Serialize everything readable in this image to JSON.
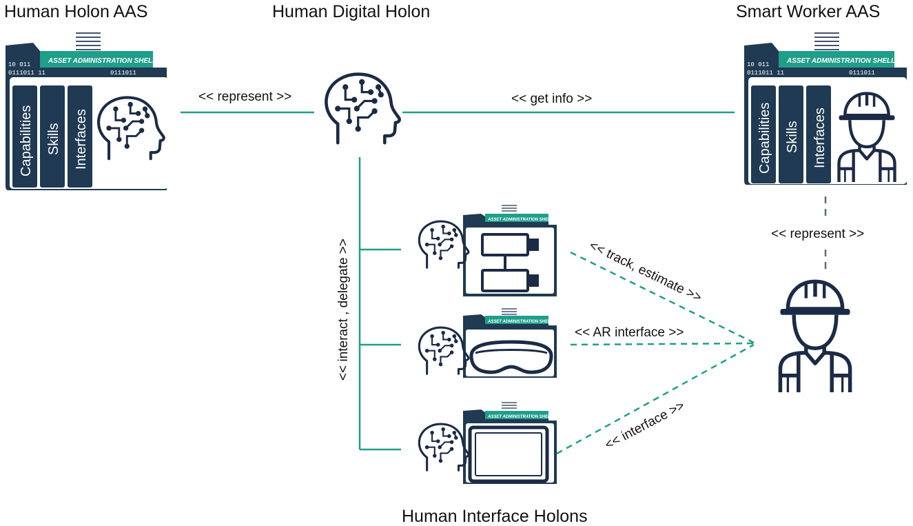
{
  "titles": {
    "human_holon_aas": "Human Holon AAS",
    "human_digital_holon": "Human Digital Holon",
    "smart_worker_aas": "Smart Worker AAS",
    "human_interface_holons": "Human Interface Holons"
  },
  "aas_banner": "ASSET ADMINISTRATION SHELL",
  "binary": {
    "left": "10  011",
    "left2": "0111011   11",
    "right": "0111011",
    "right2": "11"
  },
  "tabs": [
    "Capabilities",
    "Skills",
    "Interfaces"
  ],
  "relations": {
    "represent_left": "<< represent >>",
    "get_info": "<< get info >>",
    "represent_right": "<< represent >>",
    "interact_delegate": "<< interact , delegate >>",
    "track_estimate": "<< track, estimate >>",
    "ar_interface": "<< AR interface >>",
    "interface": "<< interface >>"
  },
  "colors": {
    "teal": "#1f9e89",
    "navy": "#1c2b45",
    "shell_dark": "#1f3a52",
    "banner": "#1f9e89"
  },
  "icons": [
    "brain-head-icon",
    "worker-icon",
    "sensor-device-icon",
    "ar-goggles-icon",
    "tablet-icon"
  ]
}
